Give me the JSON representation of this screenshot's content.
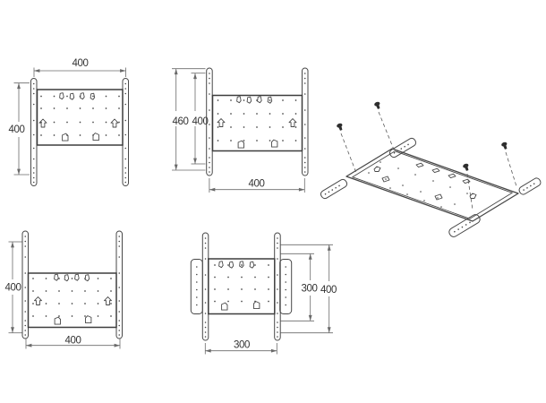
{
  "page": {
    "background": "#ffffff",
    "line_color": "#474747",
    "dimension_line_color": "#6a6a6a",
    "text_color": "#333333"
  },
  "views": {
    "front_top_left": {
      "width_top": "400",
      "height_left": "400"
    },
    "front_top_center": {
      "height_outer": "460",
      "height_inner": "400",
      "width_bottom": "400"
    },
    "iso_exploded": {
      "screw_count": 4
    },
    "front_bottom_left": {
      "height_left": "400",
      "width_bottom": "400"
    },
    "front_bottom_center": {
      "height_inner": "300",
      "height_outer": "400",
      "width_bottom": "300"
    }
  }
}
